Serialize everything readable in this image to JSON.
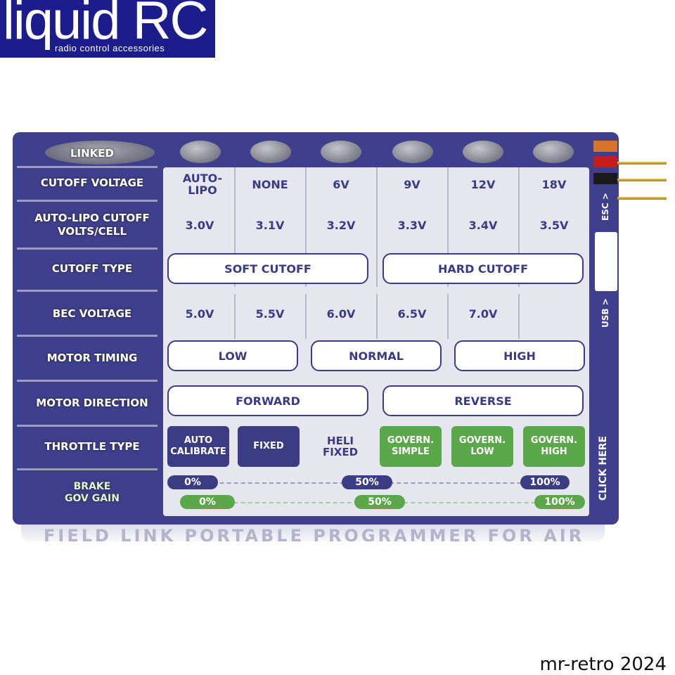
{
  "logo": {
    "title": "liquid RC",
    "subtitle": "radio control accessories"
  },
  "labels": {
    "linked": "LINKED",
    "cutoff_voltage": "CUTOFF VOLTAGE",
    "auto_lipo": "AUTO-LIPO CUTOFF VOLTS/CELL",
    "cutoff_type": "CUTOFF TYPE",
    "bec_voltage": "BEC VOLTAGE",
    "motor_timing": "MOTOR TIMING",
    "motor_direction": "MOTOR DIRECTION",
    "throttle_type": "THROTTLE TYPE",
    "brake_gov_gain": "BRAKE GOV GAIN"
  },
  "cutoff_voltage": [
    "AUTO-LIPO",
    "NONE",
    "6V",
    "9V",
    "12V",
    "18V"
  ],
  "lipo_cutoff": [
    "3.0V",
    "3.1V",
    "3.2V",
    "3.3V",
    "3.4V",
    "3.5V"
  ],
  "cutoff_type": [
    "SOFT CUTOFF",
    "HARD CUTOFF"
  ],
  "bec_voltage": [
    "5.0V",
    "5.5V",
    "6.0V",
    "6.5V",
    "7.0V"
  ],
  "motor_timing": [
    "LOW",
    "NORMAL",
    "HIGH"
  ],
  "motor_direction": [
    "FORWARD",
    "REVERSE"
  ],
  "throttle_type": [
    "AUTO CALIBRATE",
    "FIXED",
    "HELI FIXED",
    "GOVERN. SIMPLE",
    "GOVERN. LOW",
    "GOVERN. HIGH"
  ],
  "brake_slider": [
    "0%",
    "50%",
    "100%"
  ],
  "gain_slider": [
    "0%",
    "50%",
    "100%"
  ],
  "side": {
    "esc": "ESC >",
    "usb": "USB >",
    "click": "CLICK HERE"
  },
  "bottom_text": "FIELD LINK PORTABLE PROGRAMMER FOR AIR",
  "signature": "mr-retro 2024",
  "colors": {
    "navy": "#3f3f8e",
    "green": "#5ba84a",
    "panel": "#e6e6ee"
  }
}
